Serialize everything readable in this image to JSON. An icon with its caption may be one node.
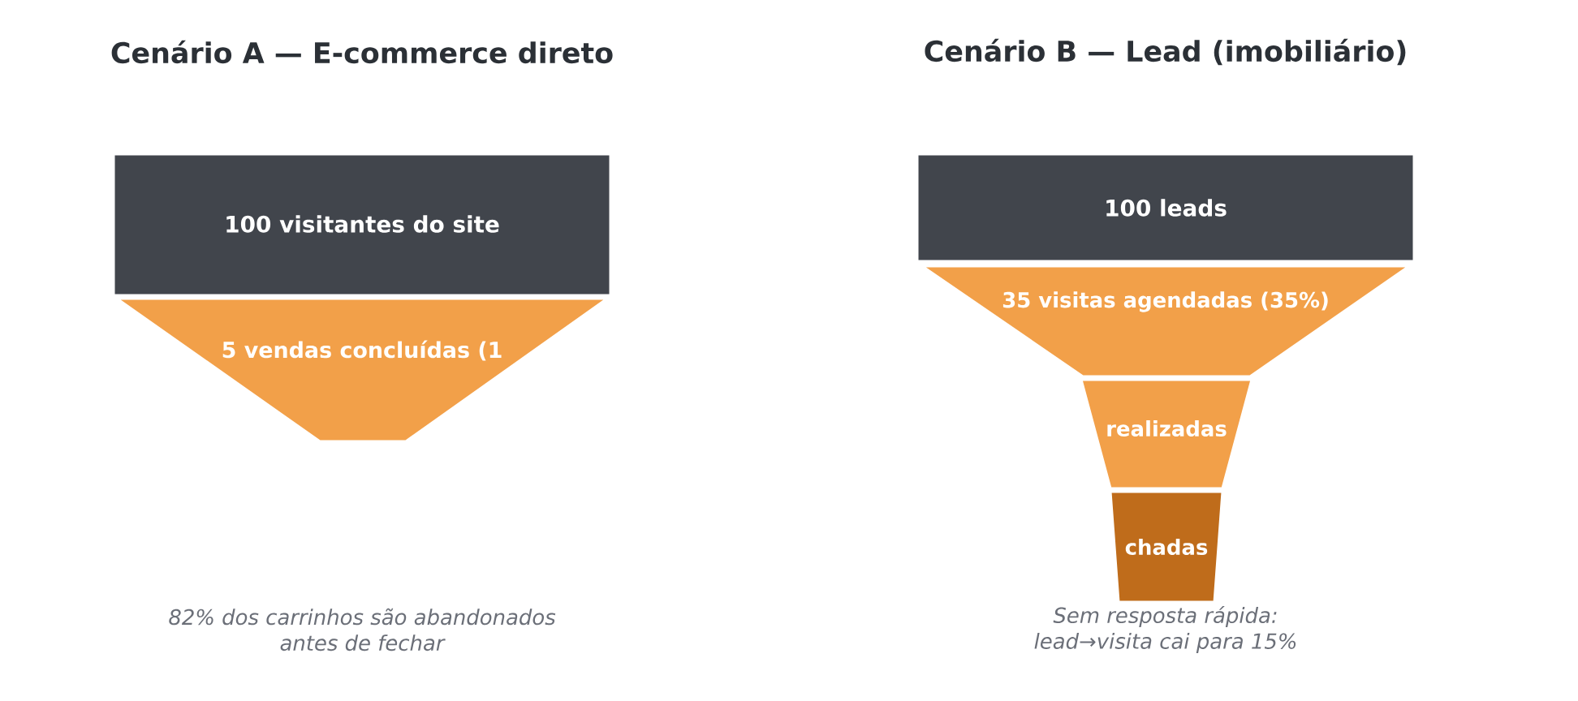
{
  "diagram": {
    "nodes": [
      {
        "text": [
          "100 visitantes do site"
        ]
      },
      {
        "text": [
          "5 vendas concluídas (1"
        ]
      },
      {
        "text": [
          "100 leads"
        ]
      },
      {
        "text": [
          "35 visitas agendadas (35%)"
        ]
      },
      {
        "text": [
          "realizadas"
        ]
      },
      {
        "text": [
          "chadas"
        ]
      }
    ],
    "labels": [
      "Cenário A — E-commerce direto",
      "Cenário B — Lead (imobiliário)",
      "82% dos carrinhos são abandonados antes de fechar",
      "Sem resposta rápida: lead→visita cai para 15%"
    ]
  }
}
